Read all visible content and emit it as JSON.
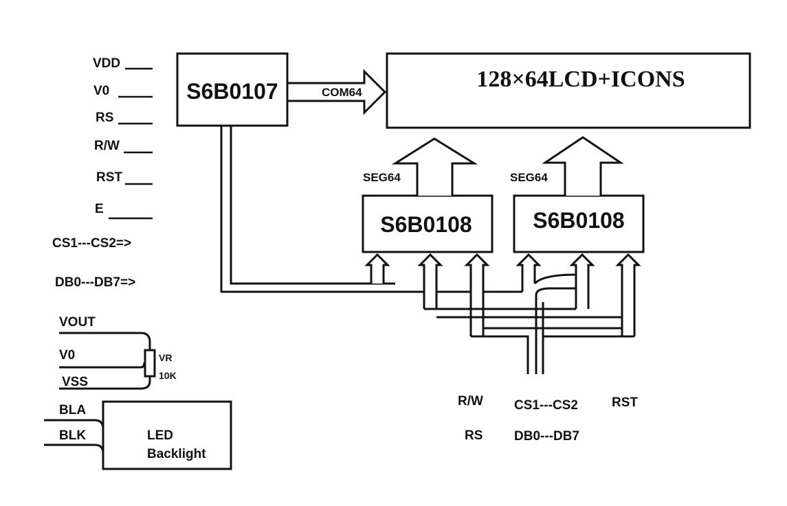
{
  "chips": {
    "controller": "S6B0107",
    "driver_left": "S6B0108",
    "driver_right": "S6B0108",
    "lcd": "128×64LCD+ICONS",
    "backlight_line1": "LED",
    "backlight_line2": "Backlight"
  },
  "buses": {
    "com": "COM64",
    "seg_left": "SEG64",
    "seg_right": "SEG64"
  },
  "inputs": {
    "vdd": "VDD",
    "v0": "V0",
    "rs": "RS",
    "rw": "R/W",
    "rst": "RST",
    "e": "E",
    "cs": "CS1---CS2=>",
    "db": "DB0---DB7=>"
  },
  "power": {
    "vout": "VOUT",
    "v0": "V0",
    "vss": "VSS",
    "vr": "VR",
    "vr_value": "10K",
    "bla": "BLA",
    "blk": "BLK"
  },
  "bottom_labels": {
    "rw": "R/W",
    "cs": "CS1---CS2",
    "rst": "RST",
    "rs": "RS",
    "db": "DB0---DB7"
  }
}
